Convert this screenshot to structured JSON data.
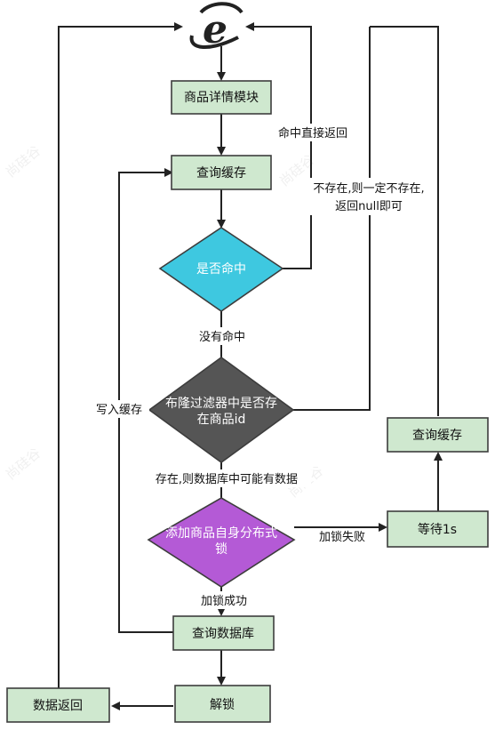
{
  "nodes": {
    "detail_module": "商品详情模块",
    "query_cache": "查询缓存",
    "cache_hit": "是否命中",
    "bloom_line1": "布隆过滤器中是否存",
    "bloom_line2": "在商品id",
    "lock_line1": "添加商品自身分布式",
    "lock_line2": "锁",
    "wait": "等待1s",
    "query_cache_retry": "查询缓存",
    "query_db": "查询数据库",
    "unlock": "解锁",
    "return_data": "数据返回"
  },
  "edges": {
    "hit_return": "命中直接返回",
    "not_exist_line1": "不存在,则一定不存在,",
    "not_exist_line2": "返回null即可",
    "miss": "没有命中",
    "write_cache": "写入缓存",
    "may_exist": "存在,则数据库中可能有数据",
    "lock_fail": "加锁失败",
    "lock_success": "加锁成功"
  },
  "watermark": "尚硅谷",
  "colors": {
    "box_fill": "#cfe8cf",
    "hit_diamond": "#3ec8e0",
    "bloom_diamond": "#555555",
    "lock_diamond": "#b45ad6",
    "logo": "#222222"
  },
  "icons": {
    "start": "ie-browser-icon"
  }
}
